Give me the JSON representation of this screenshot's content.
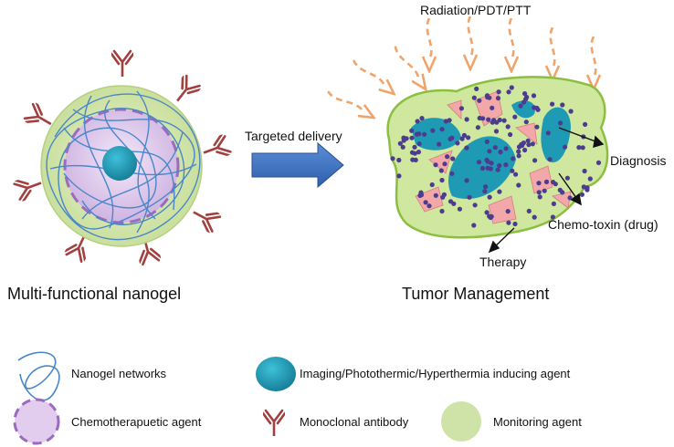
{
  "top_label": "Radiation/PDT/PTT",
  "arrow_label": "Targeted delivery",
  "left_caption": "Multi-functional nanogel",
  "right_caption": "Tumor Management",
  "callouts": {
    "diagnosis": "Diagnosis",
    "chemo": "Chemo-toxin (drug)",
    "therapy": "Therapy"
  },
  "legend": {
    "nanogel_networks": "Nanogel networks",
    "imaging_agent": "Imaging/Photothermic/Hyperthermia inducing agent",
    "chemo_agent": "Chemotherapuetic agent",
    "antibody": "Monoclonal antibody",
    "monitoring": "Monitoring agent"
  },
  "colors": {
    "outer_shell": "#d6e8b3",
    "inner_core": "#e2cdee",
    "network": "#4a86c8",
    "imaging_agent": "#1f9ab5",
    "antibody": "#a2403f",
    "rays": "#f0a46a",
    "tumor": "#cfe79f",
    "tumor_border": "#8cbf3f",
    "drug_dots": "#4b3c8f",
    "chemo_shards": "#f2a8a8",
    "arrow": "#3f74c4"
  }
}
